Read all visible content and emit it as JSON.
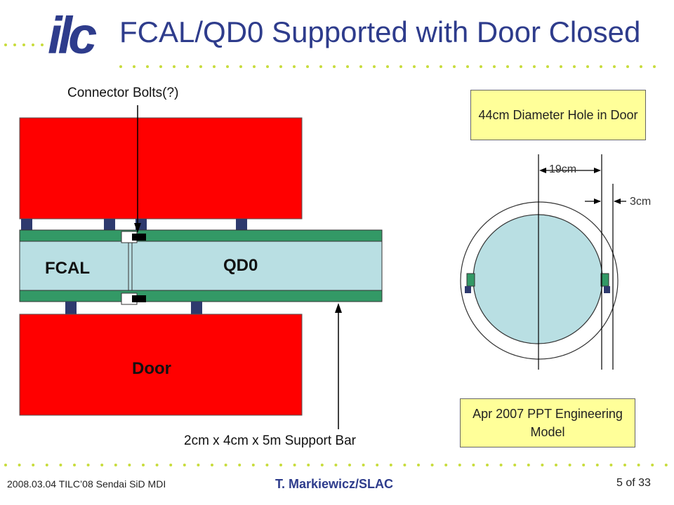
{
  "slide": {
    "title": "FCAL/QD0 Supported with Door Closed",
    "logo_text": "ilc",
    "accent_color": "#2e3c8c",
    "dot_color": "#c8dc3c"
  },
  "diagram": {
    "connector_label": "Connector Bolts(?)",
    "fcal_label": "FCAL",
    "qd0_label": "QD0",
    "door_label": "Door",
    "support_bar_label": "2cm x 4cm x 5m Support Bar",
    "hole_callout": "44cm Diameter Hole in Door",
    "dim_19": "19cm",
    "dim_3": "3cm",
    "model_callout": "Apr 2007 PPT Engineering Model",
    "colors": {
      "door": "#ff0000",
      "bar": "#339966",
      "magnet": "#b9dfe3",
      "pad": "#2e3a6e"
    }
  },
  "footer": {
    "left": "2008.03.04 TILC’08 Sendai SiD MDI",
    "center": "T. Markiewicz/SLAC",
    "page": "5 of 33"
  }
}
